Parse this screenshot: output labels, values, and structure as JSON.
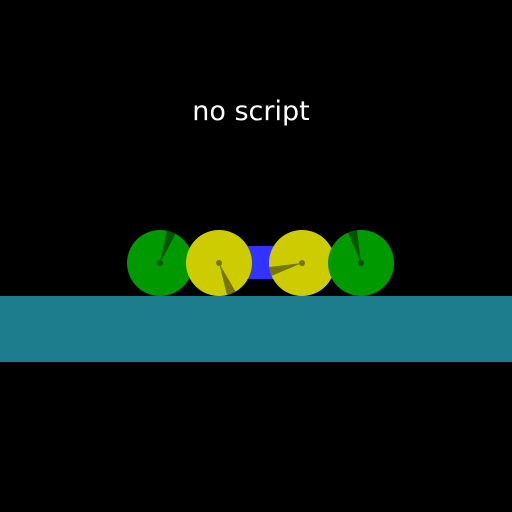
{
  "status_text": "no script",
  "colors": {
    "background": "#000000",
    "ground": "#1e7d8d",
    "chassis": "#3333ff",
    "outer_wheels": "#009900",
    "outer_wheel_marker": "#005500",
    "inner_wheels": "#cccc00",
    "inner_wheel_marker": "#777700",
    "text": "#ffffff"
  },
  "vehicle": {
    "body": {
      "name": "chassis",
      "shape": "bar"
    },
    "wheels": [
      {
        "name": "outer-left-wheel",
        "color_key": "outer_wheels",
        "marker_color_key": "outer_wheel_marker",
        "marker_angle_deg": 20
      },
      {
        "name": "inner-left-wheel",
        "color_key": "inner_wheels",
        "marker_color_key": "inner_wheel_marker",
        "marker_angle_deg": 158
      },
      {
        "name": "inner-right-wheel",
        "color_key": "inner_wheels",
        "marker_color_key": "inner_wheel_marker",
        "marker_angle_deg": 255
      },
      {
        "name": "outer-right-wheel",
        "color_key": "outer_wheels",
        "marker_color_key": "outer_wheel_marker",
        "marker_angle_deg": 345
      }
    ]
  }
}
